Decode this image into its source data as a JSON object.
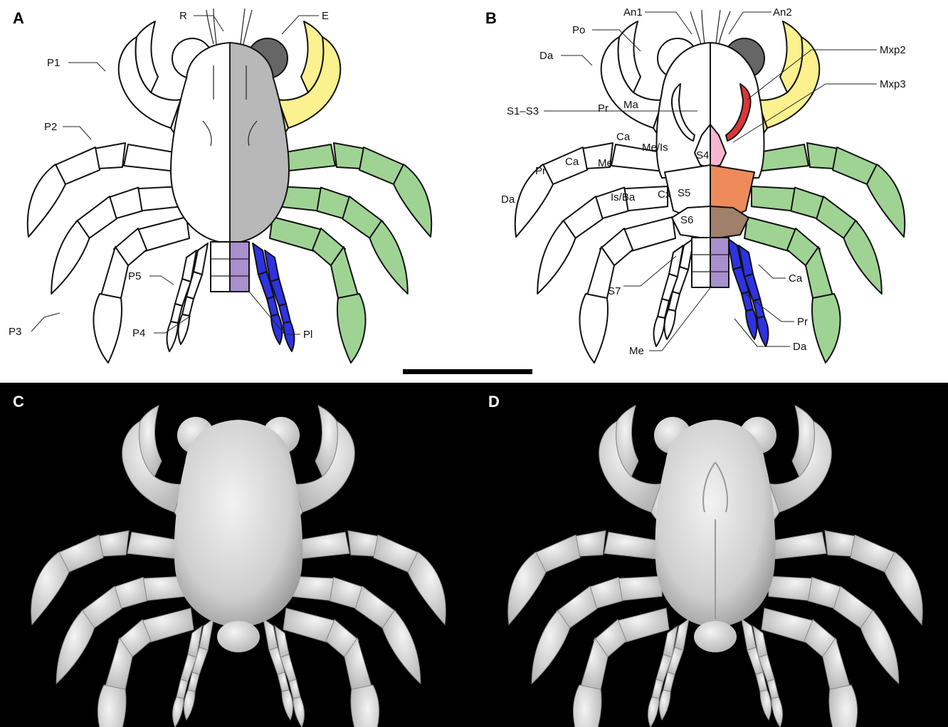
{
  "panels": {
    "A": {
      "letter": "A",
      "labels": {
        "R": "R",
        "E": "E",
        "P1": "P1",
        "P2": "P2",
        "P3": "P3",
        "P4": "P4",
        "P5": "P5",
        "Pl": "Pl"
      }
    },
    "B": {
      "letter": "B",
      "labels": {
        "An1": "An1",
        "An2": "An2",
        "Po": "Po",
        "Da_top": "Da",
        "Mxp2": "Mxp2",
        "Mxp3": "Mxp3",
        "S1S3": "S1–S3",
        "Pr_top": "Pr",
        "Ma": "Ma",
        "Ca_top": "Ca",
        "MeIs": "Me/Is",
        "S4": "S4",
        "Pr_leg": "Pr",
        "Ca_leg": "Ca",
        "Me_leg": "Me",
        "Da_leg": "Da",
        "IsBa": "Is/Ba",
        "Cx": "Cx",
        "S5": "S5",
        "S6": "S6",
        "S7": "S7",
        "Ca_right": "Ca",
        "Pr_right": "Pr",
        "Da_right": "Da",
        "Me_bottom": "Me"
      }
    },
    "C": {
      "letter": "C"
    },
    "D": {
      "letter": "D"
    }
  },
  "colors": {
    "carapace_gray": "#b8b8b8",
    "eye_dark": "#666666",
    "cheliped_yellow": "#fbf18f",
    "leg_green": "#9fd394",
    "leg5_blue": "#2d33e0",
    "pleon_purple": "#a88fce",
    "sternite_pink": "#f5b7cf",
    "sternite_orange": "#ee8a5a",
    "sternite_brown": "#a0806a",
    "mxp3_red": "#d9373a",
    "render_bg": "#000000",
    "render_body": "#dcdcdc"
  },
  "scale_bar": "scale-bar"
}
